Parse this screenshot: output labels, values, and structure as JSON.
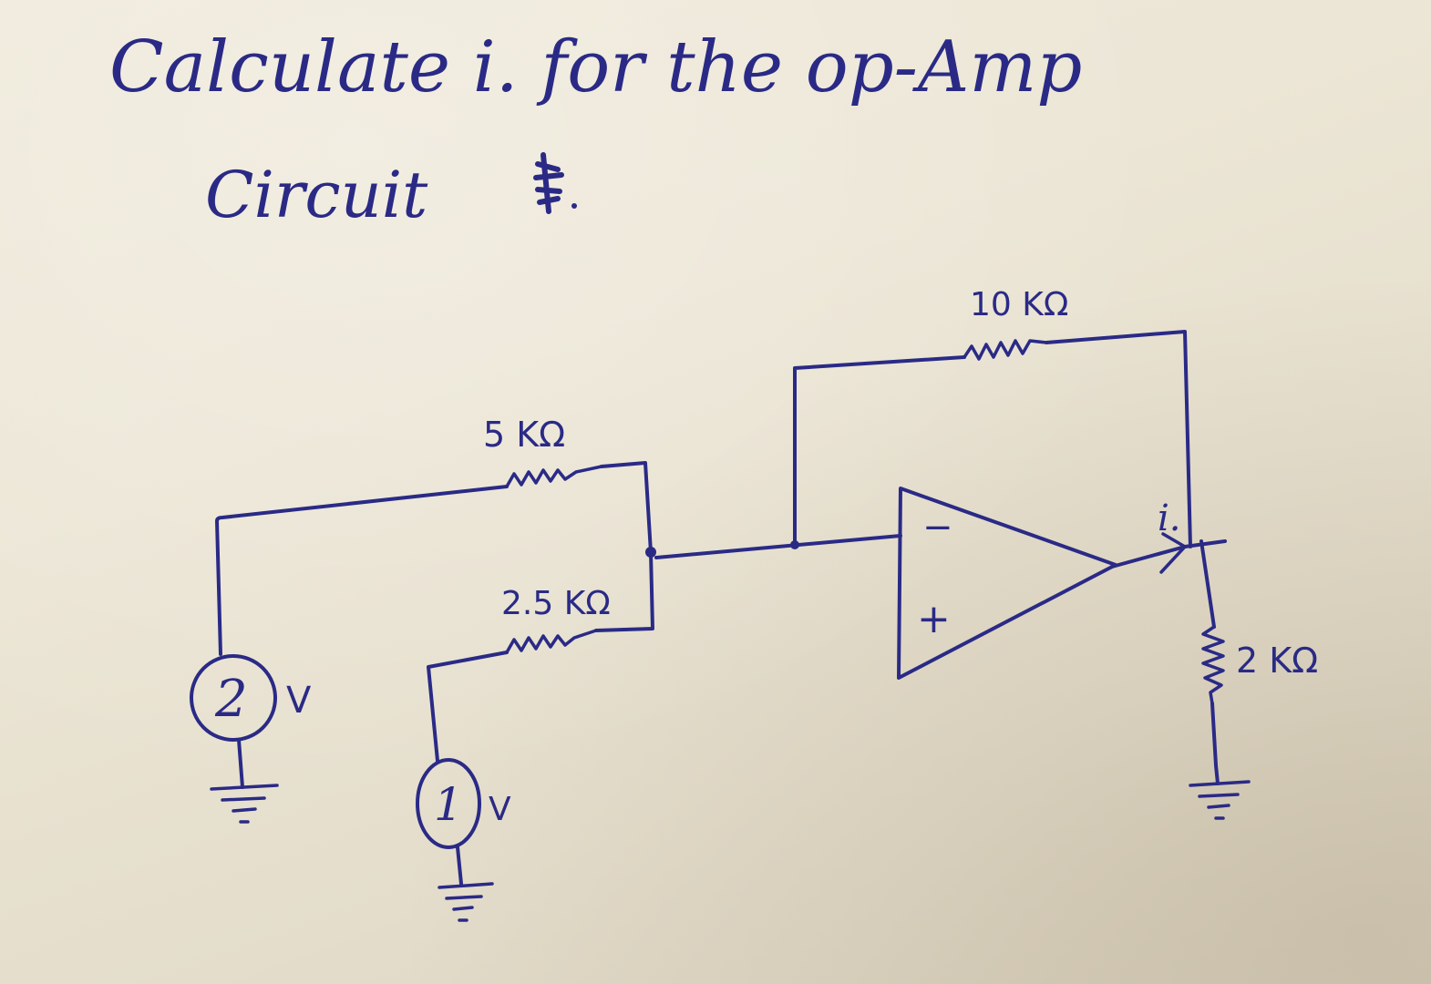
{
  "problem": {
    "line1": "Calculate i. for the op-Amp",
    "line2": "Circuit"
  },
  "circuit": {
    "feedback_resistor": "10 KΩ",
    "resistor_top": "5 KΩ",
    "resistor_bottom": "2.5 KΩ",
    "load_resistor": "2 KΩ",
    "source_1_value": "2",
    "source_1_unit": "V",
    "source_2_value": "1",
    "source_2_unit": "V",
    "inverting_sign": "−",
    "noninverting_sign": "+",
    "output_current": "i."
  },
  "colors": {
    "ink": "#2a2a86",
    "paper": "#ece6d6"
  }
}
